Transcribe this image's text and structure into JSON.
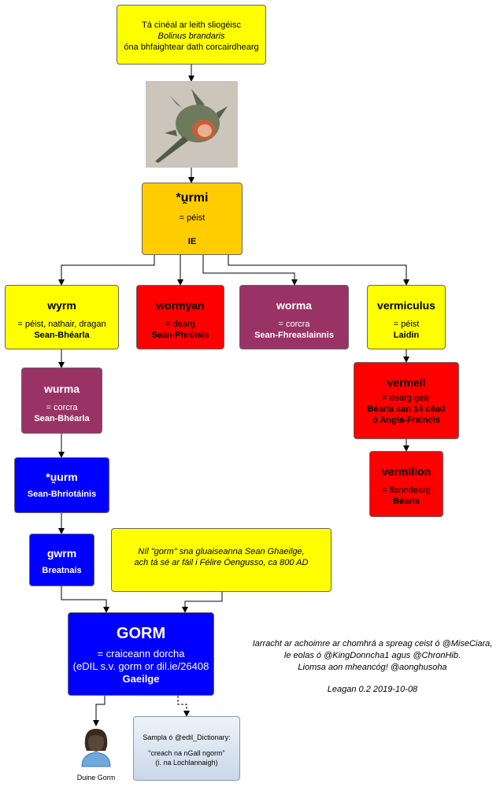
{
  "top_note": {
    "line1": "Tá cinéal ar leith sliogéisc",
    "line2": "Bolinus brandaris",
    "line3": "óna bhfaightear dath corcairdhearg"
  },
  "snail_photo": {
    "shell_color": "#6e7a5c",
    "body_color": "#c2603a",
    "background_color": "#c6c0b6"
  },
  "urmi": {
    "title": "*u̯rmi",
    "meaning": "= péist",
    "language": "IE"
  },
  "wyrm": {
    "title": "wyrm",
    "meaning": "= péist, nathair, dragan",
    "language": "Sean-Bhéarla"
  },
  "wormyan": {
    "title": "wormyan",
    "meaning": "= dearg",
    "language": "Sean-Phrúisis"
  },
  "worma": {
    "title": "worma",
    "meaning": "= corcra",
    "language": "Sean-Fhreaslainnis"
  },
  "vermiculus": {
    "title": "vermiculus",
    "meaning": "= péist",
    "language": "Laidin"
  },
  "wurma": {
    "title": "wurma",
    "meaning": "= corcra",
    "language": "Sean-Bhéarla"
  },
  "vermeil": {
    "title": "vermeil",
    "meaning": "= dearg geal",
    "language": "Béarla san 14 céad",
    "language2": "ó Angla-Fraincis"
  },
  "uurm": {
    "title": "*u̯urm",
    "language": "Sean-Bhriotáinis"
  },
  "vermilion": {
    "title": "vermilion",
    "meaning": "= flanndearg",
    "language": "Béarla"
  },
  "gwrm": {
    "title": "gwrm",
    "language": "Breatnais"
  },
  "gloss_note": {
    "line1": "Níl \"gorm\" sna gluaiseanna Sean Ghaeilge,",
    "line2": "ach tá sé ar fáil i Félire Óengusso, ca 800 AD"
  },
  "gorm": {
    "title": "GORM",
    "meaning": "= craiceann dorcha",
    "ref": "(eDIL s.v. gorm or dil.ie/26408",
    "language": "Gaeilge"
  },
  "credits": {
    "line1": "Iarracht ar achoimre ar chomhrá a spreag ceist ó @MiseCiara,",
    "line2": "le eolas ó @KingDonncha1 agus @ChronHib.",
    "line3": "Liomsa aon mheancóg! @aonghusoha",
    "version": "Leagan 0.2 2019-10-08"
  },
  "person": {
    "label": "Duine Gorm",
    "skin_color": "#3a2a20",
    "shirt_color": "#6fa8dc"
  },
  "example": {
    "line1": "Sampla ó @edil_Dictionary:",
    "line2": "\"creach na nGall ngorm\"",
    "line3": "(i. na Lochlannaigh)"
  },
  "colors": {
    "yellow": "#ffff00",
    "orange": "#ffcc00",
    "red": "#ff0000",
    "plum": "#993366",
    "blue": "#0000ff",
    "example_bg": "#dbe5f1"
  }
}
